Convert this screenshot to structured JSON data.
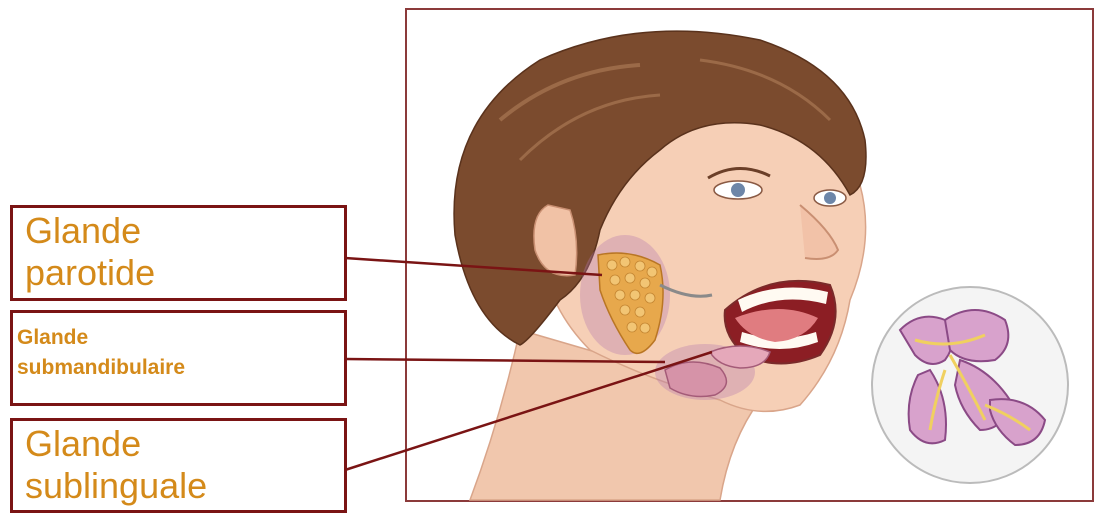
{
  "labels": {
    "parotid": [
      "Glande",
      "parotide"
    ],
    "submandibular": [
      "Glande",
      "submandibulaire"
    ],
    "sublingual": [
      "Glande",
      "sublinguale"
    ]
  },
  "colors": {
    "label_text": "#d48a1a",
    "box_border": "#7a1414",
    "frame_border": "#8b3a3a",
    "leader_line": "#7a1414"
  }
}
